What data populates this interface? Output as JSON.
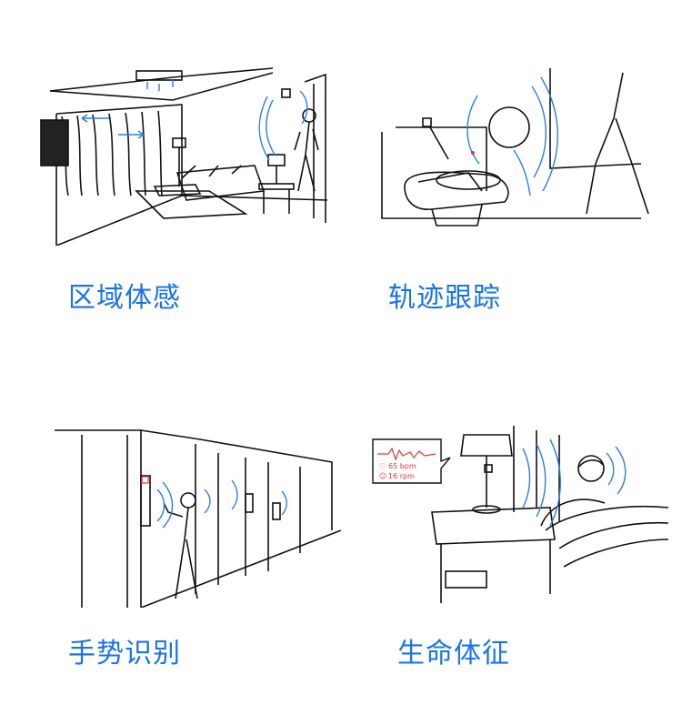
{
  "captions": {
    "zone": "区域体感",
    "tracking": "轨迹跟踪",
    "gesture": "手势识别",
    "vitals": "生命体征"
  },
  "vitals_bubble": {
    "heart_rate": "65 bpm",
    "resp_rate": "16 rpm"
  },
  "colors": {
    "caption": "#1a73e8",
    "wave": "#2b7de9",
    "heartline": "#e53935",
    "line": "#111111"
  }
}
